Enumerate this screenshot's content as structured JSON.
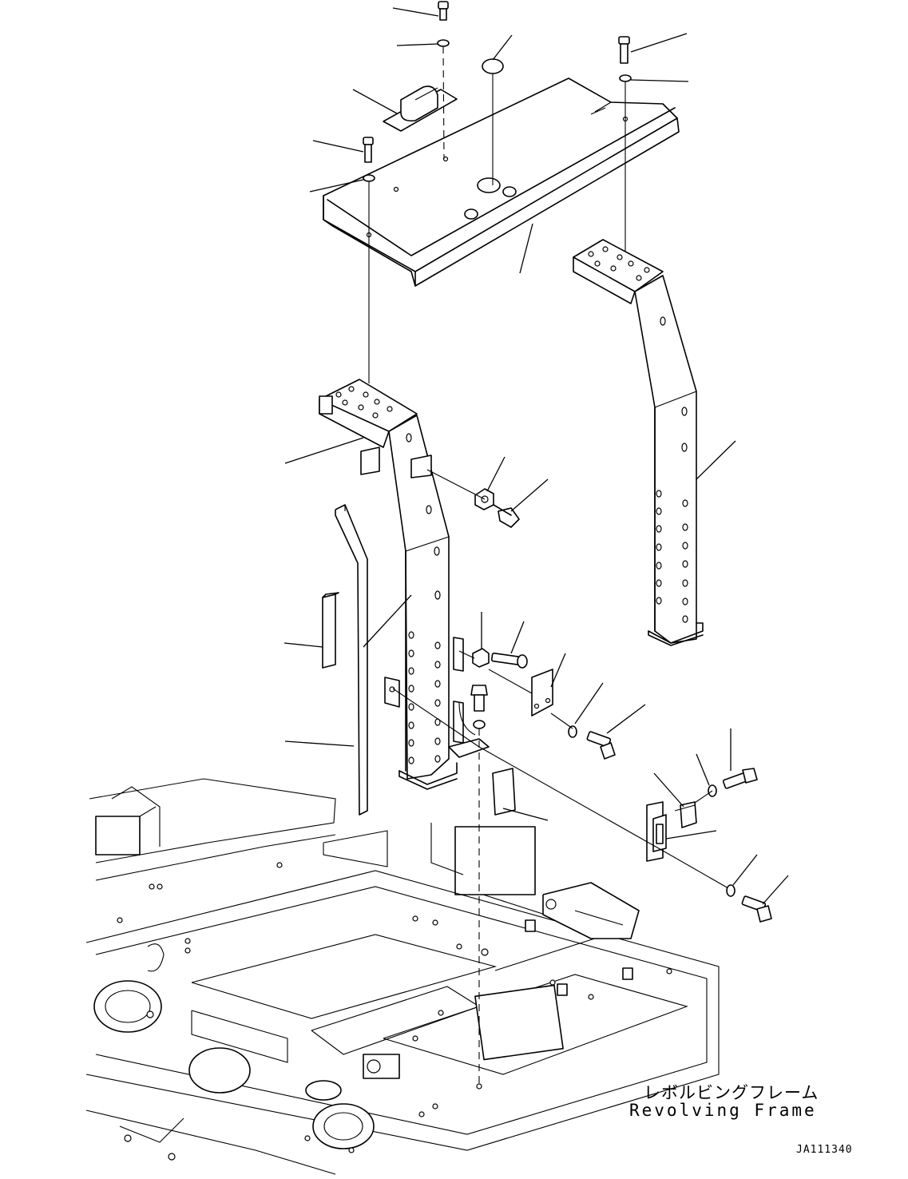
{
  "figure": {
    "frame_label_jp": "レボルビングフレーム",
    "frame_label_en": "Revolving Frame",
    "figure_code": "JA111340"
  }
}
